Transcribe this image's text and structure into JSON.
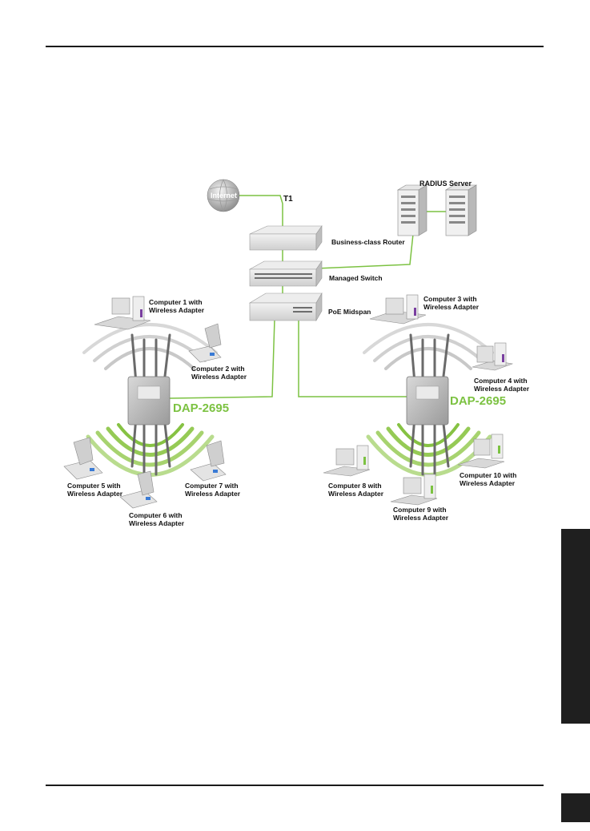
{
  "nodes": {
    "internet": "Internet",
    "t1": "T1",
    "radius": "RADIUS Server",
    "router": "Business-class Router",
    "switch": "Managed Switch",
    "midspan": "PoE Midspan",
    "ap_left": "DAP-2695",
    "ap_right": "DAP-2695"
  },
  "computers": {
    "c1": [
      "Computer 1 with",
      "Wireless Adapter"
    ],
    "c2": [
      "Computer 2 with",
      "Wireless Adapter"
    ],
    "c3": [
      "Computer 3 with",
      "Wireless Adapter"
    ],
    "c4": [
      "Computer 4 with",
      "Wireless Adapter"
    ],
    "c5": [
      "Computer 5 with",
      "Wireless Adapter"
    ],
    "c6": [
      "Computer 6 with",
      "Wireless Adapter"
    ],
    "c7": [
      "Computer 7 with",
      "Wireless Adapter"
    ],
    "c8": [
      "Computer 8 with",
      "Wireless Adapter"
    ],
    "c9": [
      "Computer 9 with",
      "Wireless Adapter"
    ],
    "c10": [
      "Computer 10 with",
      "Wireless Adapter"
    ]
  },
  "colors": {
    "link": "#7cc242",
    "accent": "#7cc242",
    "signal": "#9ccc65"
  }
}
